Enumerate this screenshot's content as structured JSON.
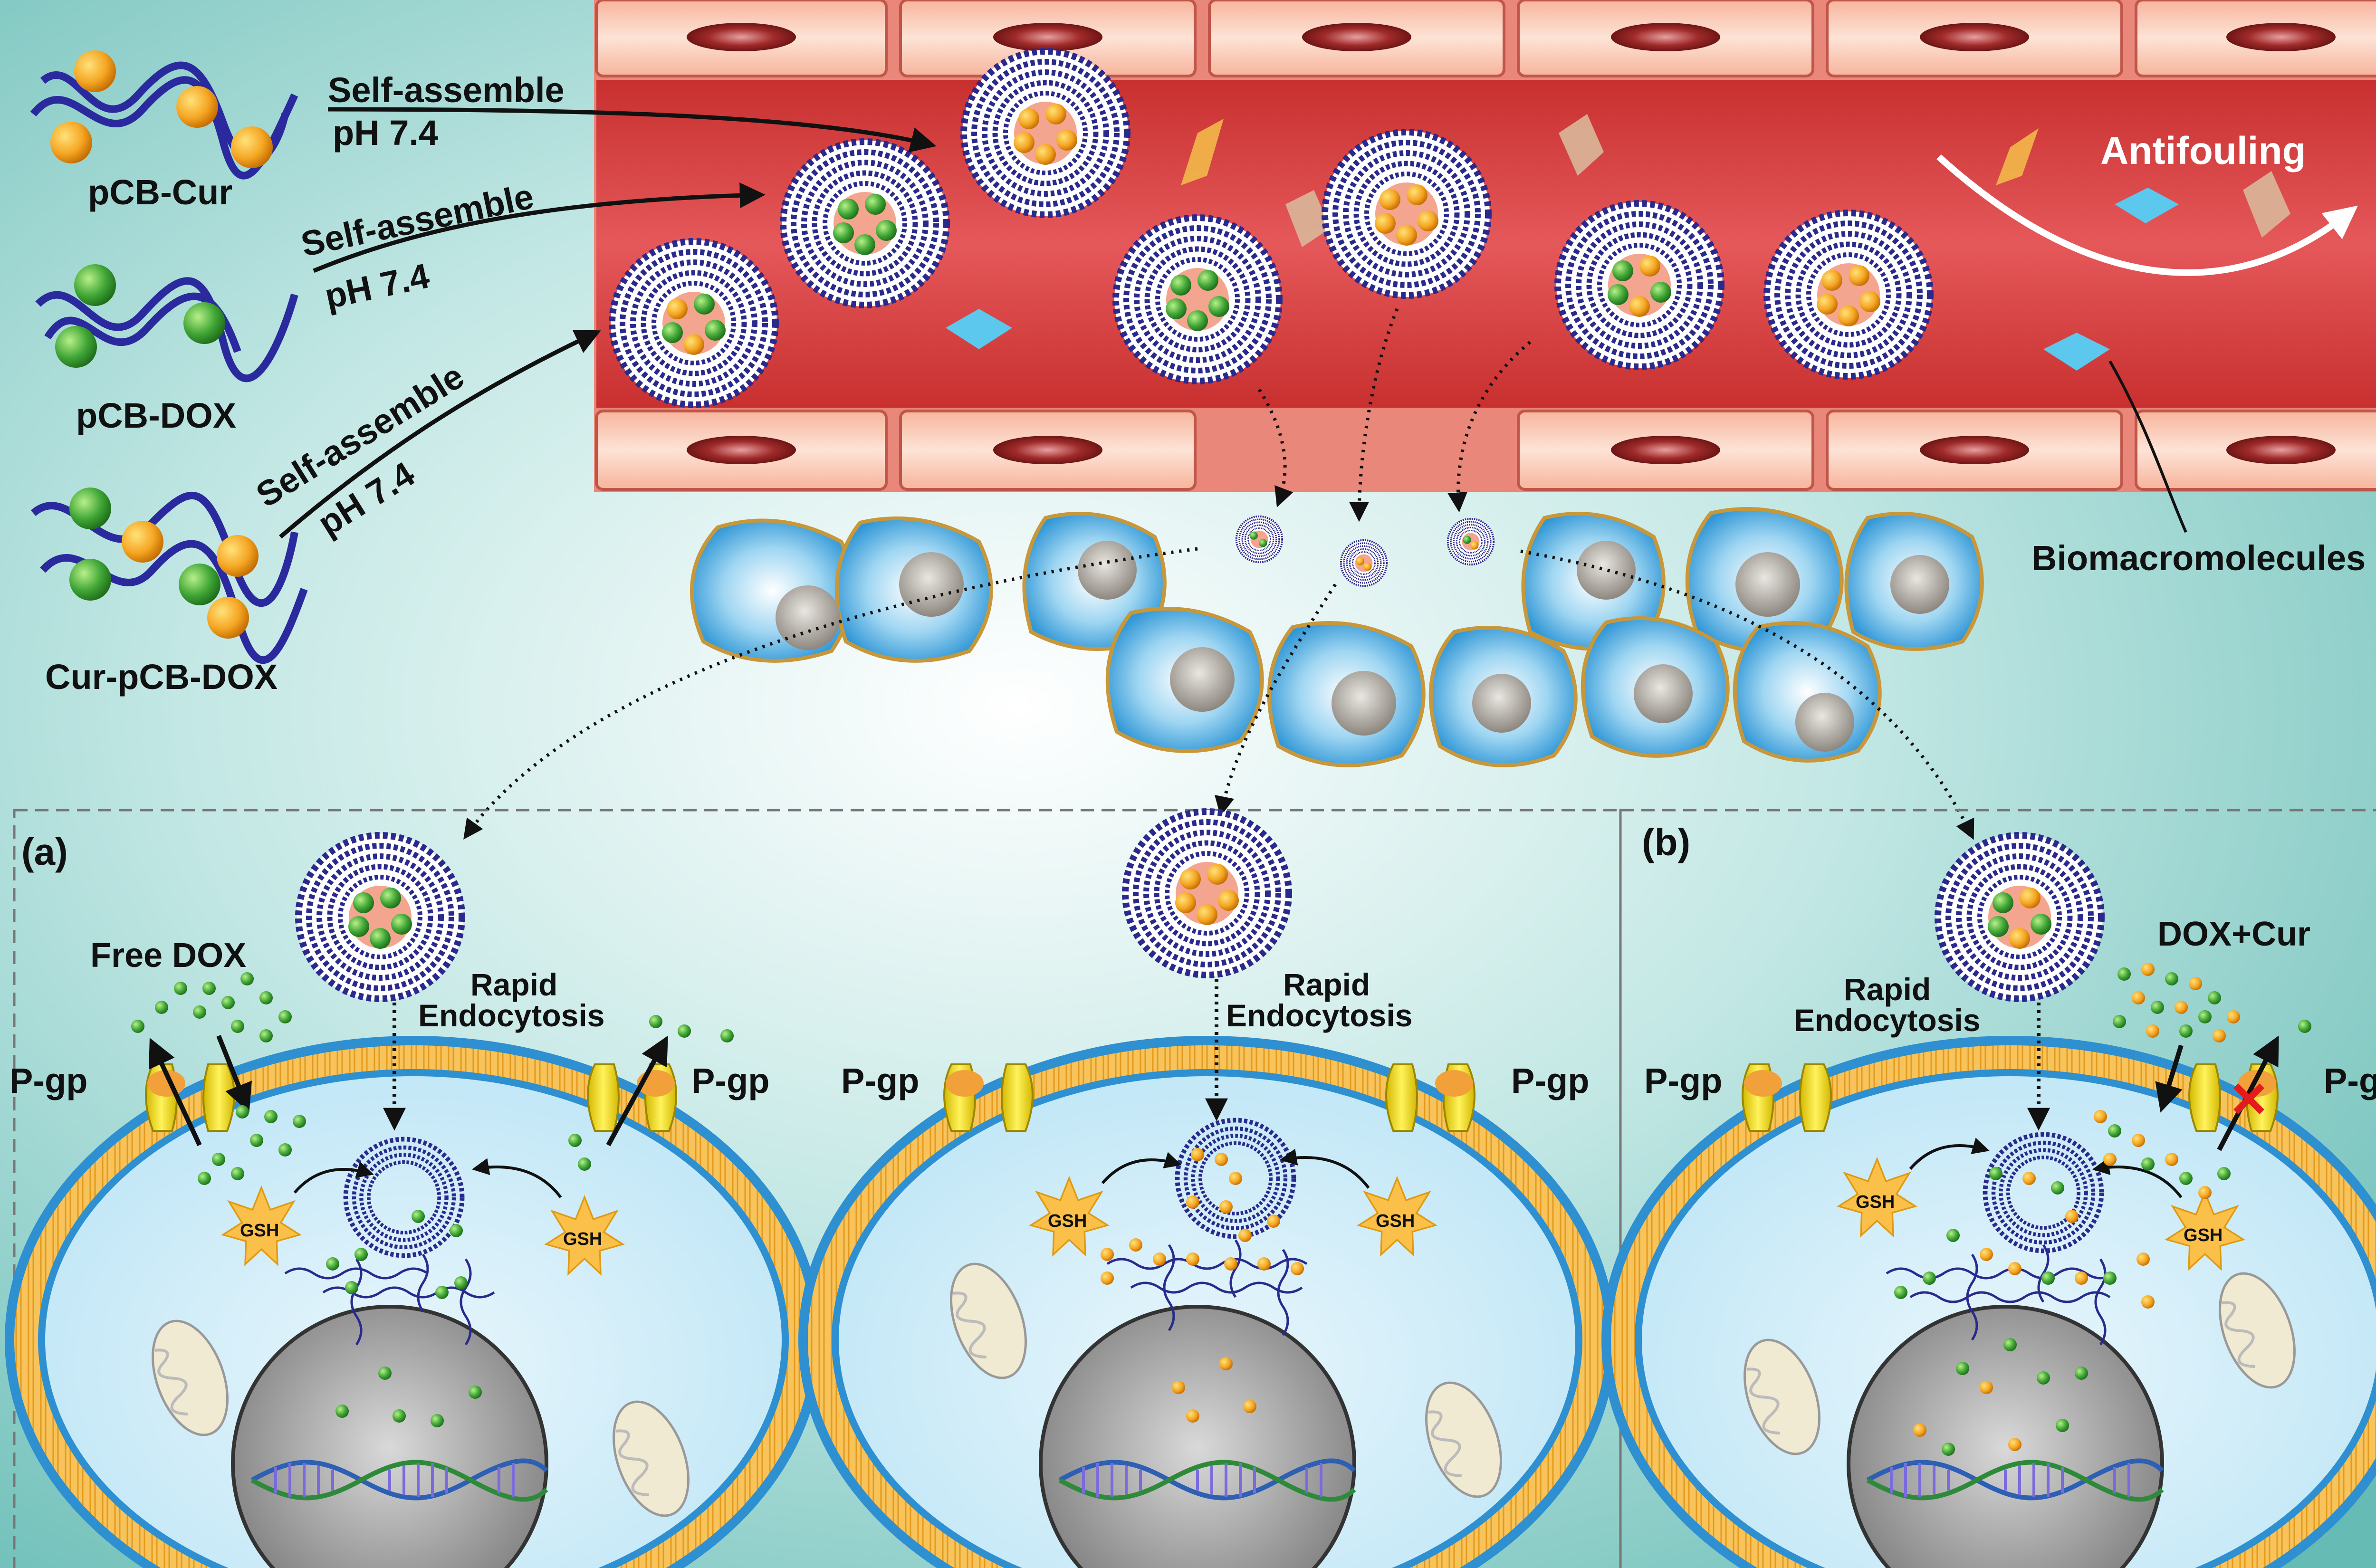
{
  "polymers": [
    {
      "label": "pCB-Cur"
    },
    {
      "label": "pCB-DOX"
    },
    {
      "label": "Cur-pCB-DOX"
    }
  ],
  "assembly": {
    "top": "Self-assemble",
    "bottom": "pH 7.4"
  },
  "vessel": {
    "antifouling": "Antifouling",
    "biomacromolecules": "Biomacromolecules"
  },
  "panels": {
    "a": {
      "tag": "(a)",
      "free_drug": "Free DOX",
      "endocytosis_1": "Rapid",
      "endocytosis_2": "Endocytosis",
      "pump_left": "P-gp",
      "pump_right": "P-gp",
      "gsh": "GSH"
    },
    "middle": {
      "endocytosis_1": "Rapid",
      "endocytosis_2": "Endocytosis",
      "pump_left": "P-gp",
      "pump_right": "P-gp",
      "gsh": "GSH"
    },
    "b": {
      "tag": "(b)",
      "free_drug": "DOX+Cur",
      "endocytosis_1": "Rapid",
      "endocytosis_2": "Endocytosis",
      "pump_left": "P-gp",
      "pump_right": "P-gp",
      "gsh": "GSH"
    }
  },
  "colors": {
    "dox": "#3fa535",
    "cur": "#f5a623",
    "micelle": "#2a2a8c",
    "vessel": "#d9423f",
    "cell": "#3aa3dd",
    "membrane": "#f5b640",
    "nucleus": "#8c8c8c"
  }
}
